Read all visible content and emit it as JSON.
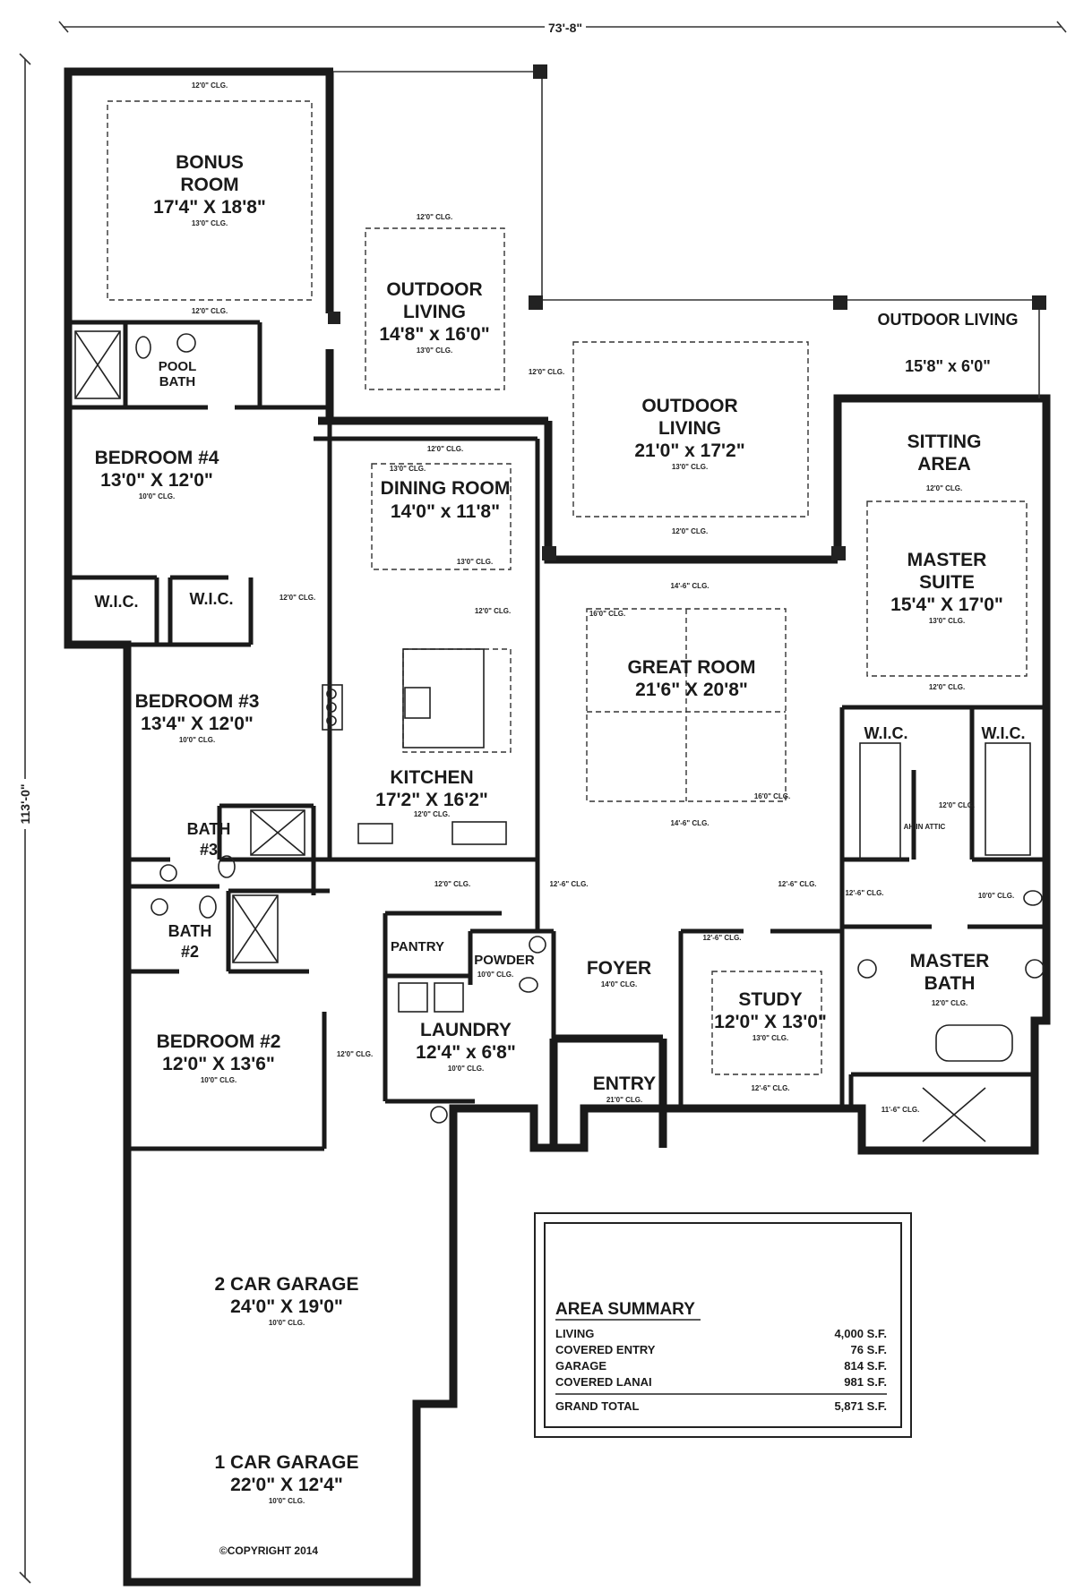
{
  "dimensions": {
    "overall_width": "73'-8\"",
    "overall_depth": "113'-0\""
  },
  "rooms": {
    "bonus_room": {
      "name_1": "BONUS",
      "name_2": "ROOM",
      "size": "17'4\" X 18'8\"",
      "clg": "13'0\" CLG."
    },
    "outdoor_living_1": {
      "name": "OUTDOOR",
      "name_2": "LIVING",
      "size": "14'8\" x 16'0\"",
      "clg": "13'0\" CLG."
    },
    "outdoor_living_2": {
      "name": "OUTDOOR",
      "name_2": "LIVING",
      "size": "21'0\" x 17'2\"",
      "clg": "13'0\" CLG."
    },
    "outdoor_living_3": {
      "name": "OUTDOOR LIVING",
      "size": "15'8\" x 6'0\""
    },
    "pool_bath": {
      "name_1": "POOL",
      "name_2": "BATH"
    },
    "bedroom_4": {
      "name": "BEDROOM #4",
      "size": "13'0\" X 12'0\"",
      "clg": "10'0\" CLG."
    },
    "dining_room": {
      "name": "DINING ROOM",
      "size": "14'0\" x 11'8\"",
      "clg": "13'0\" CLG."
    },
    "sitting_area": {
      "name_1": "SITTING",
      "name_2": "AREA",
      "clg": "12'0\" CLG."
    },
    "master_suite": {
      "name_1": "MASTER",
      "name_2": "SUITE",
      "size": "15'4\" X 17'0\"",
      "clg": "13'0\" CLG."
    },
    "wic": "W.I.C.",
    "bedroom_3": {
      "name": "BEDROOM #3",
      "size": "13'4\" X 12'0\"",
      "clg": "10'0\" CLG."
    },
    "great_room": {
      "name": "GREAT ROOM",
      "size": "21'6\" X 20'8\"",
      "clg": "16'0\" CLG."
    },
    "kitchen": {
      "name": "KITCHEN",
      "size": "17'2\" X 16'2\"",
      "clg": "12'0\" CLG."
    },
    "bath_3": {
      "name_1": "BATH",
      "name_2": "#3"
    },
    "bath_2": {
      "name_1": "BATH",
      "name_2": "#2"
    },
    "pantry": {
      "name": "PANTRY"
    },
    "powder": {
      "name": "POWDER",
      "clg": "10'0\" CLG."
    },
    "foyer": {
      "name": "FOYER",
      "clg": "14'0\" CLG."
    },
    "study": {
      "name": "STUDY",
      "size": "12'0\" X 13'0\"",
      "clg": "13'0\" CLG."
    },
    "master_bath": {
      "name_1": "MASTER",
      "name_2": "BATH",
      "clg": "12'0\" CLG."
    },
    "laundry": {
      "name": "LAUNDRY",
      "size": "12'4\" x 6'8\"",
      "clg": "10'0\" CLG."
    },
    "entry": {
      "name": "ENTRY",
      "clg": "21'0\" CLG."
    },
    "bedroom_2": {
      "name": "BEDROOM #2",
      "size": "12'0\" X 13'6\"",
      "clg": "10'0\" CLG."
    },
    "garage_2": {
      "name": "2 CAR GARAGE",
      "size": "24'0\" X 19'0\"",
      "clg": "10'0\" CLG."
    },
    "garage_1": {
      "name": "1 CAR GARAGE",
      "size": "22'0\" X 12'4\"",
      "clg": "10'0\" CLG."
    },
    "ah_in_attic": "AH IN ATTIC"
  },
  "ceilings": {
    "c12": "12'0\" CLG.",
    "c14_6": "14'-6\" CLG.",
    "c12_6": "12'-6\" CLG.",
    "c11_6": "11'-6\" CLG."
  },
  "area_summary": {
    "title": "AREA SUMMARY",
    "rows": [
      {
        "label": "LIVING",
        "value": "4,000 S.F."
      },
      {
        "label": "COVERED ENTRY",
        "value": "76 S.F."
      },
      {
        "label": "GARAGE",
        "value": "814 S.F."
      },
      {
        "label": "COVERED LANAI",
        "value": "981 S.F."
      }
    ],
    "total_label": "GRAND TOTAL",
    "total_value": "5,871 S.F."
  },
  "copyright": "©COPYRIGHT 2014"
}
